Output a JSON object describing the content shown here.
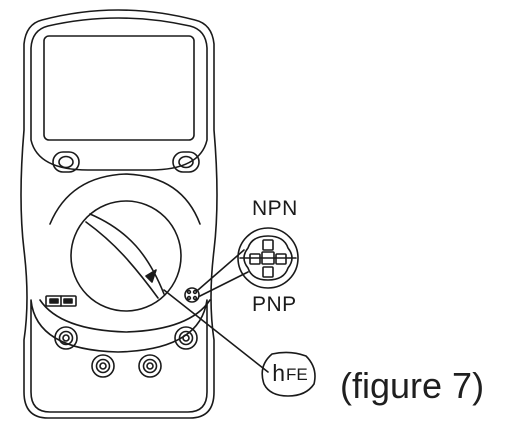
{
  "figure": {
    "npn_label": "NPN",
    "pnp_label": "PNP",
    "hfe_label": {
      "main": "h",
      "sub": "FE"
    },
    "caption": "(figure 7)"
  },
  "icons": {
    "meter": "multimeter-body-icon",
    "socket": "transistor-socket-icon",
    "dial": "rotary-selector-icon",
    "jacks": "input-jack-icon"
  },
  "colors": {
    "line": "#1a1a1a",
    "background": "#ffffff"
  }
}
